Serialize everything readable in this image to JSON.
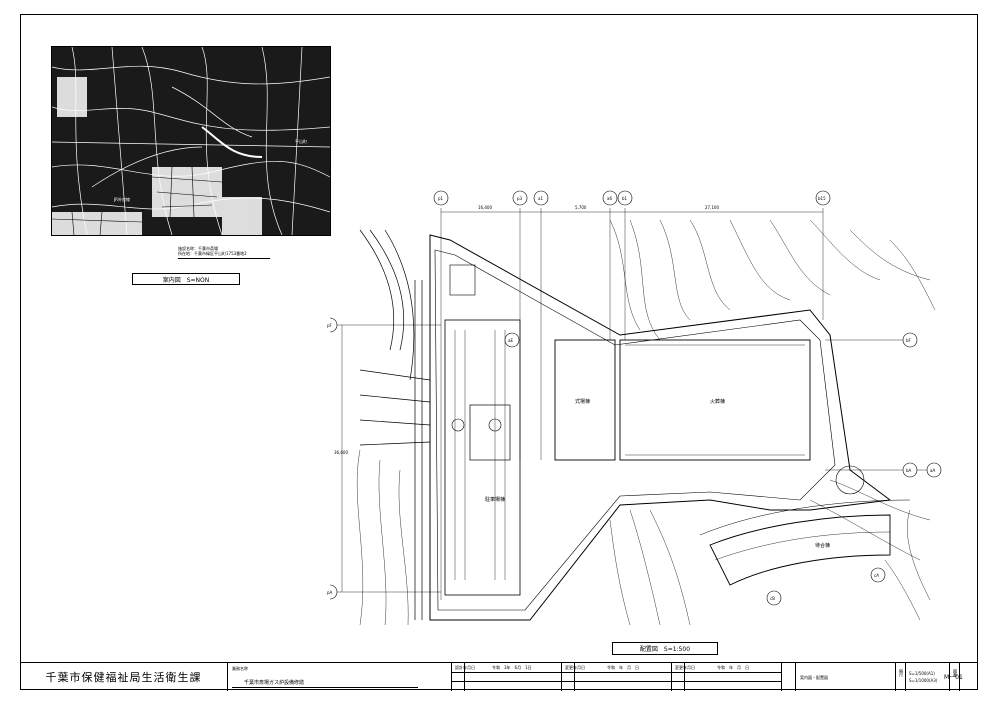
{
  "guide_map": {
    "label": "案内図　S=NON",
    "note_line1": "施設名称：千葉市斎場",
    "note_line2": "所在地：千葉市緑区平山町1753番地2",
    "place_label_1": "平山町",
    "place_label_2": "JR外房線"
  },
  "site_plan": {
    "label": "配置図　S=1:500",
    "buildings": {
      "ceremony": "式場棟",
      "crematory": "火葬棟",
      "waiting": "待合棟",
      "parking": "駐車場棟"
    },
    "grid_markers": [
      "p1",
      "p3",
      "a1",
      "a6",
      "b1",
      "b15",
      "pF",
      "pA",
      "bF",
      "bA",
      "aA",
      "aE",
      "cA",
      "cB"
    ],
    "dimensions": [
      "16,400",
      "5,700",
      "27,100",
      "36,600"
    ]
  },
  "title_block": {
    "organization": "千葉市保健福祉局生活衛生課",
    "project_label": "業務名称",
    "project_name": "千葉市斎場ガス炉設備修繕",
    "date_label1": "設計年月日",
    "date_value1": "令和　3年　6月　1日",
    "date_label2": "変更年月日",
    "date_value2": "令和　年　月　日",
    "date_label3": "変更年月日",
    "date_value3": "令和　年　月　日",
    "drawing_name": "案内図・配置図",
    "scale_label": "縮尺",
    "scale1": "S=1/500(A1)",
    "scale2": "S=1/1000(A3)",
    "number_label": "図番",
    "drawing_number": "M－01"
  }
}
